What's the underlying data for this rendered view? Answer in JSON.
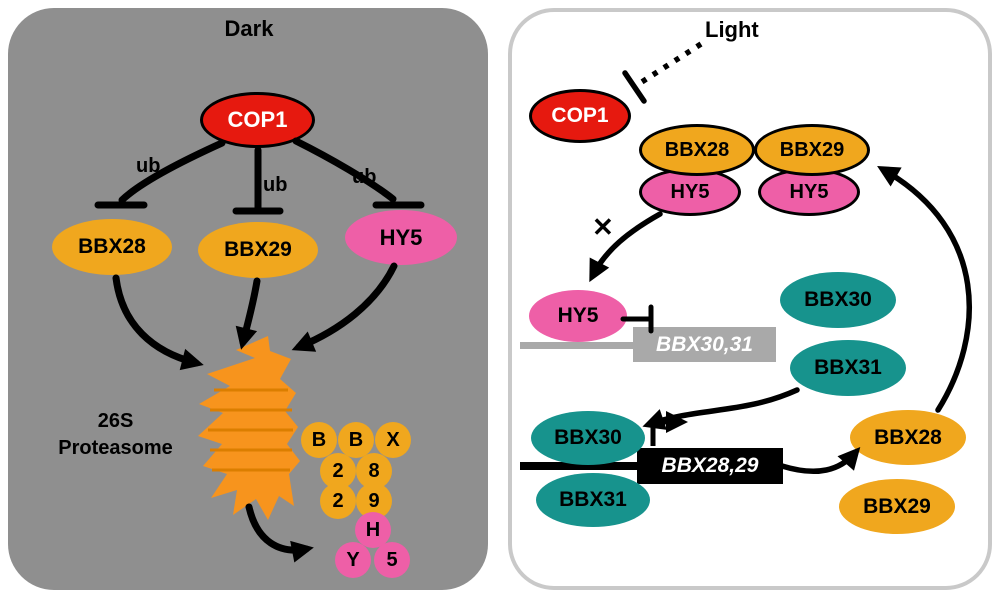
{
  "colors": {
    "panel_gray": "#8F8F8F",
    "cop1_red": "#E6190F",
    "bbx_gold": "#F0A71E",
    "hy5_pink": "#EE5FA7",
    "bbx_teal": "#17938D",
    "proteasome_orange": "#F7941D",
    "gene_gray_box": "#A9A9A9",
    "gene_black_box": "#000000"
  },
  "dark_panel": {
    "title": "Dark",
    "cop1": "COP1",
    "ub1": "ub",
    "ub2": "ub",
    "ub3": "ub",
    "bbx28": "BBX28",
    "bbx29": "BBX29",
    "hy5": "HY5",
    "proteasome_line1": "26S",
    "proteasome_line2": "Proteasome",
    "fragments": {
      "gold": [
        "B",
        "B",
        "X",
        "2",
        "8",
        "2",
        "9"
      ],
      "pink": [
        "H",
        "Y",
        "5"
      ]
    }
  },
  "light_panel": {
    "title": "Light",
    "cop1": "COP1",
    "complex1_top": "BBX28",
    "complex1_bottom": "HY5",
    "complex2_top": "BBX29",
    "complex2_bottom": "HY5",
    "blocked_mark": "✕",
    "hy5": "HY5",
    "gene_bbx30_31": "BBX30,31",
    "bbx30": "BBX30",
    "bbx31": "BBX31",
    "gene_bbx28_29": "BBX28,29",
    "bbx30_on_gene": "BBX30",
    "bbx31_on_gene": "BBX31",
    "bbx28": "BBX28",
    "bbx29": "BBX29"
  }
}
